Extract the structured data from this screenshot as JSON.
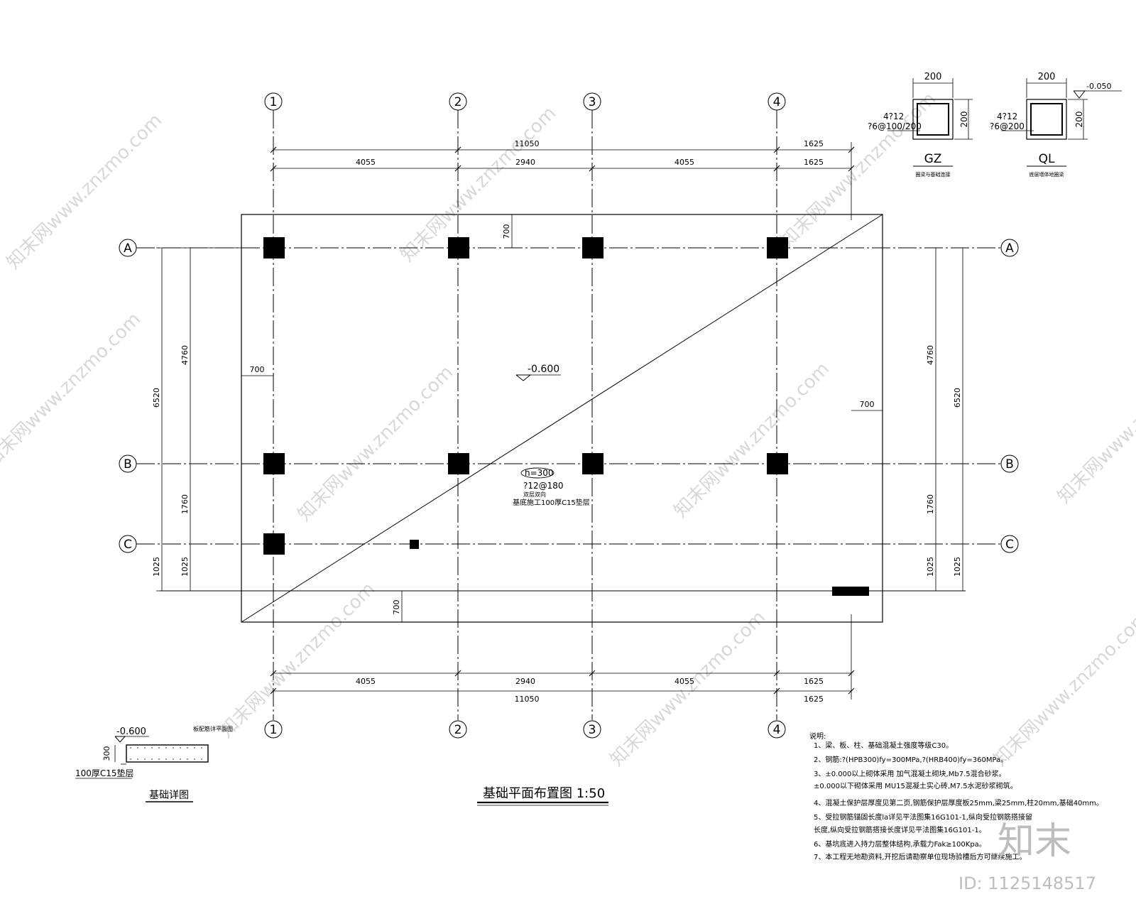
{
  "axes_x": [
    "1",
    "2",
    "3",
    "4"
  ],
  "axes_y": [
    "A",
    "B",
    "C"
  ],
  "dims_top": {
    "total": "11050",
    "total_right": "1625",
    "spans": [
      "4055",
      "2940",
      "4055",
      "1625"
    ]
  },
  "dims_bottom": {
    "spans": [
      "4055",
      "2940",
      "4055",
      "1625"
    ],
    "total": "11050",
    "total_right": "1625"
  },
  "dims_left": {
    "outer_total": "6520",
    "inner_ab": "4760",
    "inner_bc": "1760",
    "cd_1": "1025",
    "cd_2": "1025"
  },
  "dims_right": {
    "outer_total": "6520",
    "inner_ab": "4760",
    "inner_bc": "1760",
    "cd_1": "1025",
    "cd_2": "1025"
  },
  "offsets": {
    "top": "700",
    "left": "700",
    "right": "700",
    "bottom": "700"
  },
  "slab": {
    "elevation": "-0.600",
    "thickness": "h=300",
    "rebar": "?12@180",
    "rebar_note": "双层双向",
    "cushion": "基底施工100厚C15垫层"
  },
  "gz": {
    "width": "200",
    "height": "200",
    "main_bars": "4?12",
    "stirrups": "?6@100/200",
    "title": "GZ",
    "subtitle": "圈梁与基础连接"
  },
  "ql": {
    "width": "200",
    "height": "200",
    "elevation": "-0.050",
    "main_bars": "4?12",
    "stirrups": "?6@200",
    "title": "QL",
    "subtitle": "底层墙体地圈梁"
  },
  "detail": {
    "top_label": "板配筋详平面图",
    "elevation": "-0.600",
    "thickness": "300",
    "cushion": "100厚C15垫层",
    "caption": "基础详图"
  },
  "drawing_title": "基础平面布置图 1:50",
  "notes": {
    "header": "说明:",
    "items": [
      "1、梁、板、柱、基础混凝土强度等级C30。",
      "2、钢筋:?(HPB300)fy=300MPa,?(HRB400)fy=360MPa。",
      "3、±0.000以上砌体采用 加气混凝土砌块,Mb7.5混合砂浆。",
      "   ±0.000以下砌体采用 MU15混凝土实心砖,M7.5水泥砂浆砌筑。",
      "4、混凝土保护层厚度见第二页,钢筋保护层厚度板25mm,梁25mm,柱20mm,基础40mm。",
      "5、受拉钢筋锚固长度la详见平法图集16G101-1,纵向受拉钢筋搭接留",
      "   长度,纵向受拉钢筋搭接长度详见平法图集16G101-1。",
      "6、基坑底进入持力层整体结构,承载力Fak≥100Kpa。",
      "7、本工程无地勘资料,开挖后请勘察单位现场验槽后方可继续施工。"
    ]
  },
  "watermark": "知末网www.znzmo.com",
  "brand": {
    "logo": "知末",
    "id_text": "ID: 1125148517"
  }
}
